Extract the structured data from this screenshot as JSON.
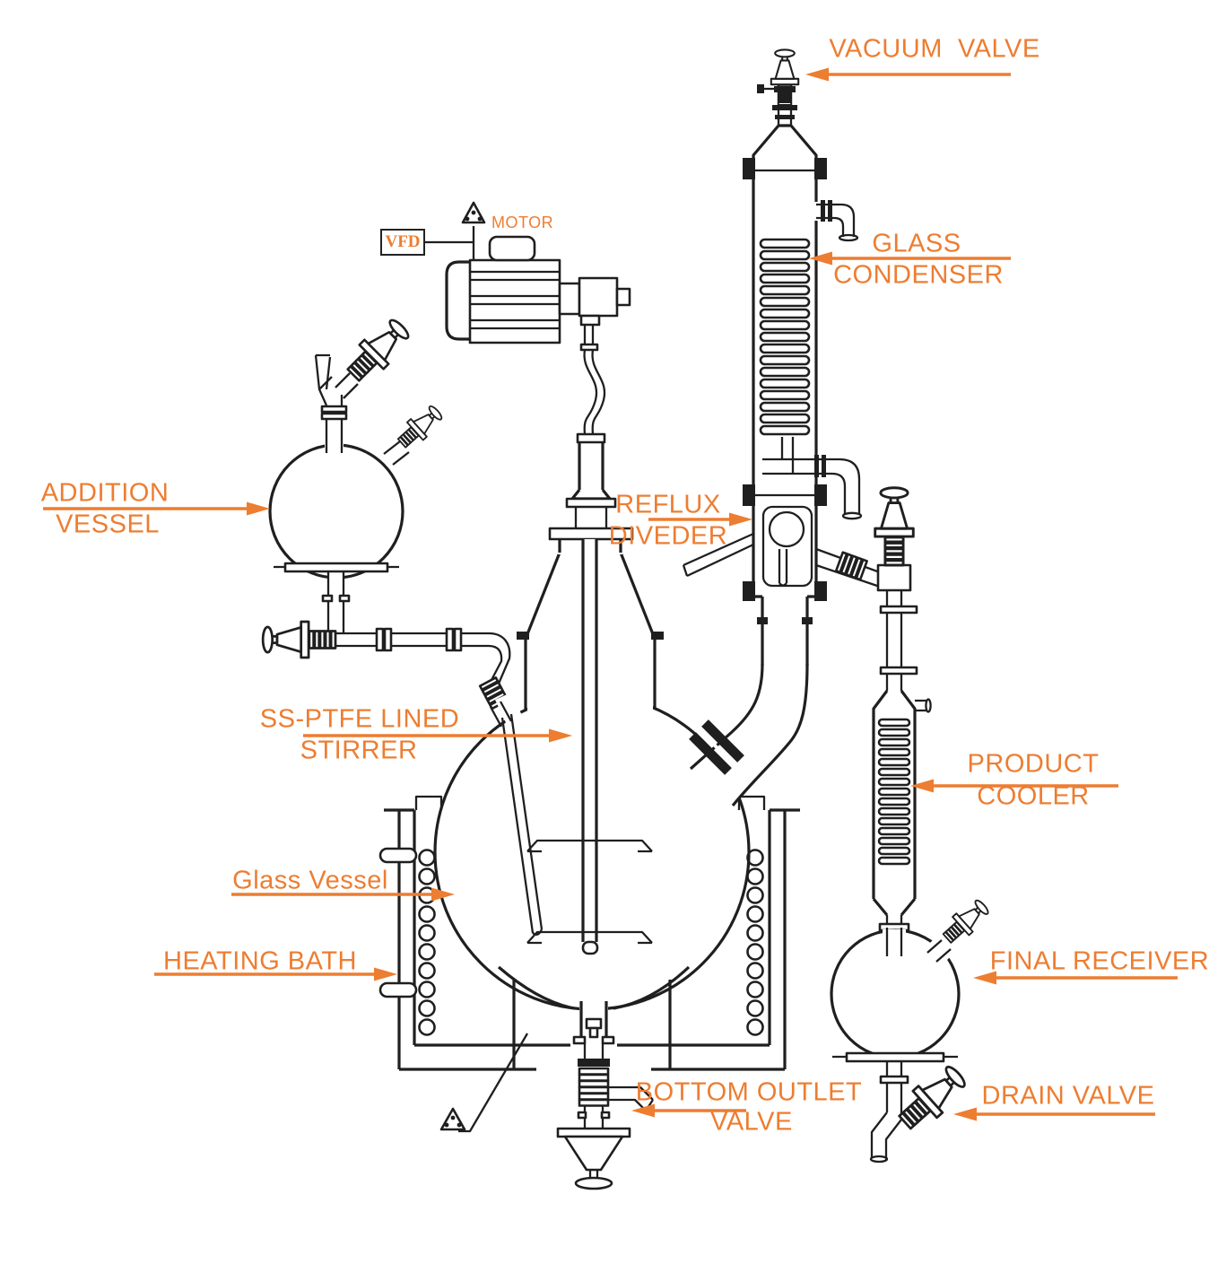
{
  "colors": {
    "accent": "#ED7D31",
    "line": "#1F1F1F",
    "background": "#FFFFFF"
  },
  "labels": {
    "vacuum_valve": "VACUUM  VALVE",
    "glass_condenser": {
      "line1": "GLASS",
      "line2": "CONDENSER"
    },
    "motor": "MOTOR",
    "vfd": "VFD",
    "addition_vessel": {
      "line1": "ADDITION",
      "line2": "VESSEL"
    },
    "reflux_diveder": {
      "line1": "REFLUX",
      "line2": "DIVEDER"
    },
    "ss_ptfe": {
      "line1": "SS-PTFE LINED",
      "line2": "STIRRER"
    },
    "product_cooler": {
      "line1": "PRODUCT",
      "line2": "COOLER"
    },
    "glass_vessel": "Glass Vessel",
    "heating_bath": "HEATING BATH",
    "final_receiver": "FINAL RECEIVER",
    "bottom_outlet_valve": {
      "line1": "BOTTOM OUTLET",
      "line2": "VALVE"
    },
    "drain_valve": "DRAIN VALVE"
  }
}
